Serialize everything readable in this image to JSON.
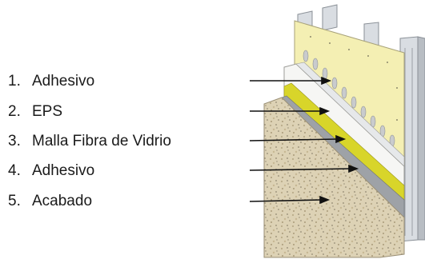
{
  "legend": {
    "items": [
      {
        "number": "1.",
        "label": "Adhesivo"
      },
      {
        "number": "2.",
        "label": "EPS"
      },
      {
        "number": "3.",
        "label": "Malla Fibra de Vidrio"
      },
      {
        "number": "4.",
        "label": "Adhesivo"
      },
      {
        "number": "5.",
        "label": "Acabado"
      }
    ]
  },
  "colors": {
    "board": "#f4efb3",
    "frame": "#d9dde2",
    "adhesive": "#e6e8ea",
    "eps": "#f6f6f4",
    "mesh": "#d8d52a",
    "base_coat": "#9ea2a7",
    "finish": "#ddd2b5",
    "arrow": "#111111"
  }
}
